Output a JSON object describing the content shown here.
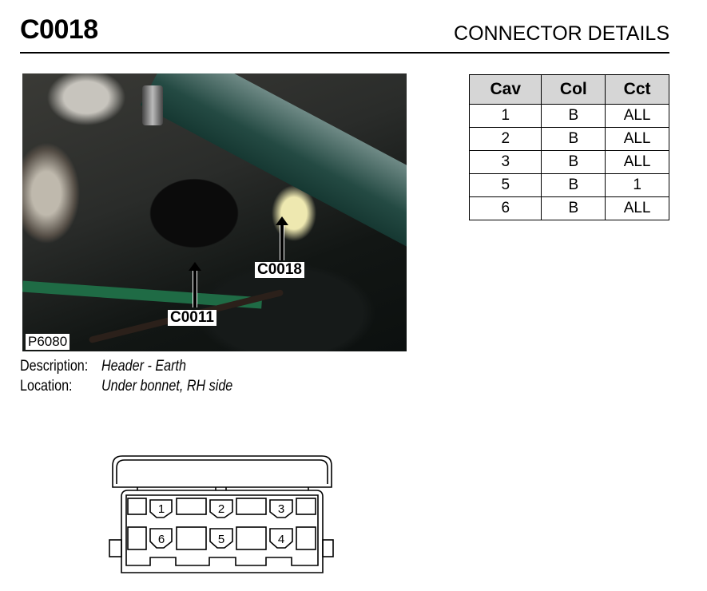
{
  "header": {
    "title": "C0018",
    "section": "CONNECTOR DETAILS"
  },
  "photo": {
    "id": "P6080",
    "callouts": [
      "C0018",
      "C0011"
    ]
  },
  "info": [
    {
      "label": "Description:",
      "value": "Header  - Earth"
    },
    {
      "label": "Location:",
      "value": "Under bonnet, RH side"
    }
  ],
  "table": {
    "headers": [
      "Cav",
      "Col",
      "Cct"
    ],
    "rows": [
      [
        "1",
        "B",
        "ALL"
      ],
      [
        "2",
        "B",
        "ALL"
      ],
      [
        "3",
        "B",
        "ALL"
      ],
      [
        "5",
        "B",
        "1"
      ],
      [
        "6",
        "B",
        "ALL"
      ]
    ]
  },
  "connector": {
    "pins_top": [
      "1",
      "2",
      "3"
    ],
    "pins_bottom": [
      "6",
      "5",
      "4"
    ]
  }
}
